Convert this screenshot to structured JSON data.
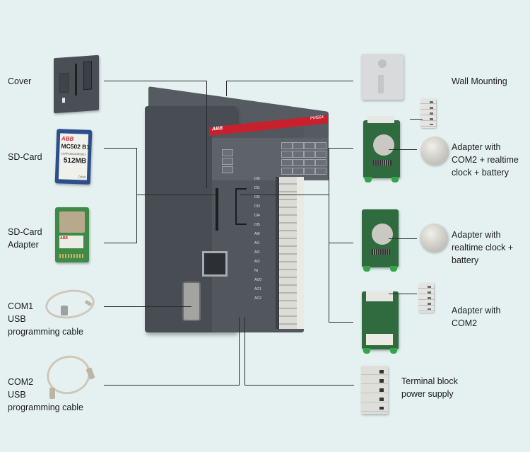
{
  "diagram": {
    "subject": "ABB AC500-eCo PLC CPU accessories",
    "device": {
      "brand": "ABB",
      "model": "PM564",
      "pin_labels": [
        "DI0",
        "DI1",
        "DI2",
        "DI3",
        "DI4",
        "DI5",
        "AI0",
        "AI1",
        "AI2",
        "AI3",
        "NI",
        "AO0",
        "AO1",
        "AO2"
      ]
    },
    "sd_card": {
      "brand": "ABB",
      "model": "MC502 B1",
      "serial": "1SAP180100R0001",
      "capacity": "512MB",
      "code": "DA00"
    },
    "sd_adapter": {
      "brand": "ABB"
    },
    "left_labels": [
      {
        "id": "cover",
        "lines": [
          "Cover"
        ]
      },
      {
        "id": "sd-card",
        "lines": [
          "SD-Card"
        ]
      },
      {
        "id": "sd-card-adapter",
        "lines": [
          "SD-Card",
          "Adapter"
        ]
      },
      {
        "id": "com1-cable",
        "lines": [
          "COM1",
          "USB",
          "programming cable"
        ]
      },
      {
        "id": "com2-cable",
        "lines": [
          "COM2",
          "USB",
          "programming cable"
        ]
      }
    ],
    "right_labels": [
      {
        "id": "wall-mounting",
        "lines": [
          "Wall Mounting"
        ]
      },
      {
        "id": "adapter-com2-rtc-battery",
        "lines": [
          "Adapter with",
          "COM2 + realtime",
          "clock + battery"
        ]
      },
      {
        "id": "adapter-rtc-battery",
        "lines": [
          "Adapter with",
          "realtime clock +",
          "battery"
        ]
      },
      {
        "id": "adapter-com2",
        "lines": [
          "Adapter with",
          "COM2"
        ]
      },
      {
        "id": "terminal-block-power",
        "lines": [
          "Terminal block",
          "power supply"
        ]
      }
    ],
    "colors": {
      "background": "#e5f1f1",
      "leader_line": "#2a2a2a",
      "device_body": "#484d53",
      "brand_red": "#c8202c",
      "pcb_green": "#2f6b3e",
      "sd_blue": "#2c4f8c"
    }
  }
}
